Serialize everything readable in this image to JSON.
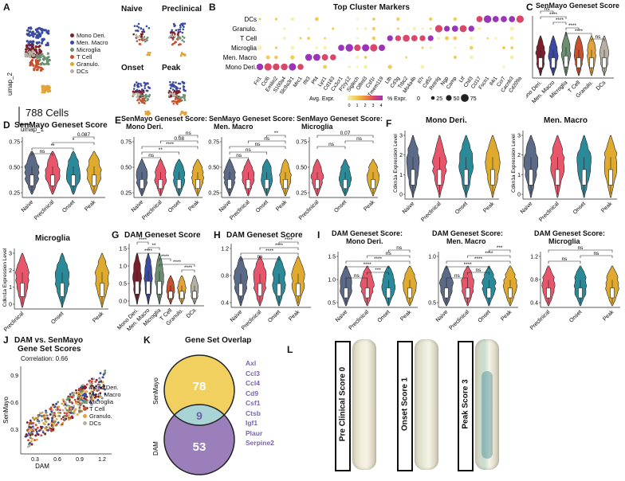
{
  "colors": {
    "mono": "#7a1f2b",
    "menmacro": "#3b4aa0",
    "microglia": "#6b8f71",
    "tcell": "#c7502e",
    "granulo": "#e0a43a",
    "dcs": "#b7b0a3",
    "naive": "#5b6a86",
    "preclinical": "#e8566b",
    "onset": "#2a8a9a",
    "peak": "#e0aa2e",
    "venn_top": "#f2d060",
    "venn_mid": "#a9d4d6",
    "venn_bot": "#9b7fba",
    "dam_gene_text": "#7a65b0"
  },
  "panelA": {
    "label": "A",
    "legend": [
      "Mono Deri.",
      "Men. Macro",
      "Microglia",
      "T Cell",
      "Granulo.",
      "DCs"
    ],
    "axis_y": "umap_2",
    "axis_x": "umap_1",
    "cells": "788 Cells",
    "facets": [
      "Naive",
      "Preclinical",
      "Onset",
      "Peak"
    ]
  },
  "panelB": {
    "label": "B",
    "title": "Top Cluster Markers",
    "rows": [
      "DCs",
      "Granulo.",
      "T Cell",
      "Microglia",
      "Men. Macro",
      "Mono Deri."
    ],
    "genes": [
      "Fn1",
      "Ccl6",
      "Emilin2",
      "S100a4",
      "Slc9a3r1",
      "Mrc1",
      "Ifit3",
      "Pf4",
      "Lyz1",
      "Cd163",
      "Cx3cr1",
      "P2ry12",
      "Siglech",
      "Olfml3",
      "Csf1r",
      "Tmem119",
      "Ltb",
      "Cd3g",
      "Trbc2",
      "Ms4a4b",
      "Il7r",
      "Cd52",
      "Retnlg",
      "Ngp",
      "Camp",
      "Ltf",
      "Chil3",
      "Ccl17",
      "Fscn1",
      "Il4i1",
      "Ccr7",
      "Cacnb3",
      "Cd209a"
    ],
    "legend_avg": "Avg. Expr.",
    "legend_avg_ticks": [
      "0",
      "1",
      "2",
      "3",
      "4"
    ],
    "legend_pct": "% Expr.",
    "legend_pct_vals": [
      "0",
      "25",
      "50",
      "75"
    ]
  },
  "panelC": {
    "label": "C",
    "title": "SenMayo Geneset Score",
    "groups": [
      "Mono Deri.",
      "Men. Macro",
      "Microglia",
      "T Cell",
      "Granulo.",
      "DCs"
    ],
    "sig": [
      "ns",
      "****",
      "****",
      "****",
      "****",
      "ns"
    ]
  },
  "panelD": {
    "label": "D",
    "title": "SenMayo Geneset Score",
    "groups": [
      "Naive",
      "Preclinical",
      "Onset",
      "Peak"
    ],
    "yticks": [
      "0.75",
      "0.50",
      "0.25"
    ],
    "sig": [
      "0.087",
      "*",
      "**",
      "ns"
    ]
  },
  "panelE": {
    "label": "E",
    "sub": [
      {
        "title1": "SenMayo Geneset Score:",
        "title2": "Mono Deri.",
        "groups": [
          "Naive",
          "Preclinical",
          "Onset",
          "Peak"
        ],
        "yticks": [
          "0.75",
          "0.50",
          "0.25"
        ],
        "sig": [
          "ns",
          "0.08",
          "****",
          "**",
          "ns"
        ]
      },
      {
        "title1": "SenMayo Geneset Score:",
        "title2": "Men. Macro",
        "groups": [
          "Naive",
          "Preclinical",
          "Onset",
          "Peak"
        ],
        "yticks": [
          "0.75",
          "0.50",
          "0.25"
        ],
        "sig": [
          "**",
          "ns",
          "ns",
          "ns",
          "ns"
        ]
      },
      {
        "title1": "SenMayo Geneset Score:",
        "title2": "Microglia",
        "groups": [
          "Preclinical",
          "Onset",
          "Peak"
        ],
        "yticks": [
          "0.75",
          "0.50",
          "0.25"
        ],
        "sig": [
          "0.07",
          "ns",
          "ns"
        ]
      }
    ]
  },
  "panelF": {
    "label": "F",
    "sub": [
      {
        "title": "Mono Deri.",
        "ylabel": "Cdkn1a Expression Level",
        "groups": [
          "Naive",
          "Preclinical",
          "Onset",
          "Peak"
        ],
        "yticks": [
          "3",
          "2",
          "1",
          "0"
        ]
      },
      {
        "title": "Men. Macro",
        "ylabel": "Cdkn1a Expression Level",
        "groups": [
          "Naive",
          "Preclinical",
          "Onset",
          "Peak"
        ],
        "yticks": [
          "3",
          "2",
          "1",
          "0"
        ]
      },
      {
        "title": "Microglia",
        "ylabel": "Cdkn1a Expression Level",
        "groups": [
          "Preclinical",
          "Onset",
          "Peak"
        ],
        "yticks": [
          "3",
          "2",
          "1",
          "0"
        ]
      }
    ]
  },
  "panelG": {
    "label": "G",
    "title": "DAM Geneset Score",
    "groups": [
      "Mono Deri.",
      "Men. Macro",
      "Microglia",
      "T Cell",
      "Granulo.",
      "DCs"
    ],
    "yticks": [
      "1.5",
      "1.0",
      "0.5",
      "0.0"
    ],
    "sig": [
      "****",
      "**",
      "****",
      "****",
      "****",
      "****"
    ]
  },
  "panelH": {
    "label": "H",
    "title": "DAM Geneset Score",
    "groups": [
      "Naive",
      "Preclinical",
      "Onset",
      "Peak"
    ],
    "yticks": [
      "1.2",
      "0.8",
      "0.4"
    ],
    "sig": [
      "****",
      "****",
      "****",
      "ns"
    ]
  },
  "panelI": {
    "label": "I",
    "sub": [
      {
        "title1": "DAM Geneset Score:",
        "title2": "Mono Deri.",
        "groups": [
          "Naive",
          "Preclinical",
          "Onset",
          "Peak"
        ],
        "yticks": [
          "1.5",
          "1.0",
          "0.5"
        ],
        "sig": [
          "ns",
          "ns",
          "****",
          "****",
          "***",
          "ns"
        ]
      },
      {
        "title1": "DAM Geneset Score:",
        "title2": "Men. Macro",
        "groups": [
          "Naive",
          "Preclinical",
          "Onset",
          "Peak"
        ],
        "yticks": [
          "1.0",
          "0.5"
        ],
        "sig": [
          "***",
          "****",
          "****",
          "****",
          "ns",
          "ns"
        ]
      },
      {
        "title1": "DAM Geneset Score:",
        "title2": "Microglia",
        "groups": [
          "Preclinical",
          "Onset",
          "Peak"
        ],
        "yticks": [
          "1.2",
          "0.8",
          "0.4"
        ],
        "sig": [
          "ns",
          "ns",
          "ns"
        ]
      }
    ]
  },
  "panelJ": {
    "label": "J",
    "title1": "DAM vs. SenMayo",
    "title2": "Gene Set Scores",
    "correlation": "Correlation: 0.66",
    "xlabel": "DAM",
    "ylabel": "SenMayo",
    "xticks": [
      "0.3",
      "0.6",
      "0.9",
      "1.2"
    ],
    "yticks": [
      "0.9",
      "0.6",
      "0.3"
    ],
    "legend": [
      "Mono Deri.",
      "Men. Macro",
      "Microglia",
      "T Cell",
      "Granulo.",
      "DCs"
    ]
  },
  "panelK": {
    "label": "K",
    "title": "Gene Set Overlap",
    "top_label": "SenMayo",
    "bottom_label": "DAM",
    "top_count": "78",
    "overlap_count": "9",
    "bottom_count": "53",
    "genes": [
      "Axl",
      "Ccl3",
      "Ccl4",
      "Cd9",
      "Csf1",
      "Ctsb",
      "Igf1",
      "Plaur",
      "Serpine2"
    ]
  },
  "panelL": {
    "label": "L",
    "tissues": [
      "Pre Clinical Score 0",
      "Onset Score 1",
      "Peak Score 3"
    ]
  }
}
